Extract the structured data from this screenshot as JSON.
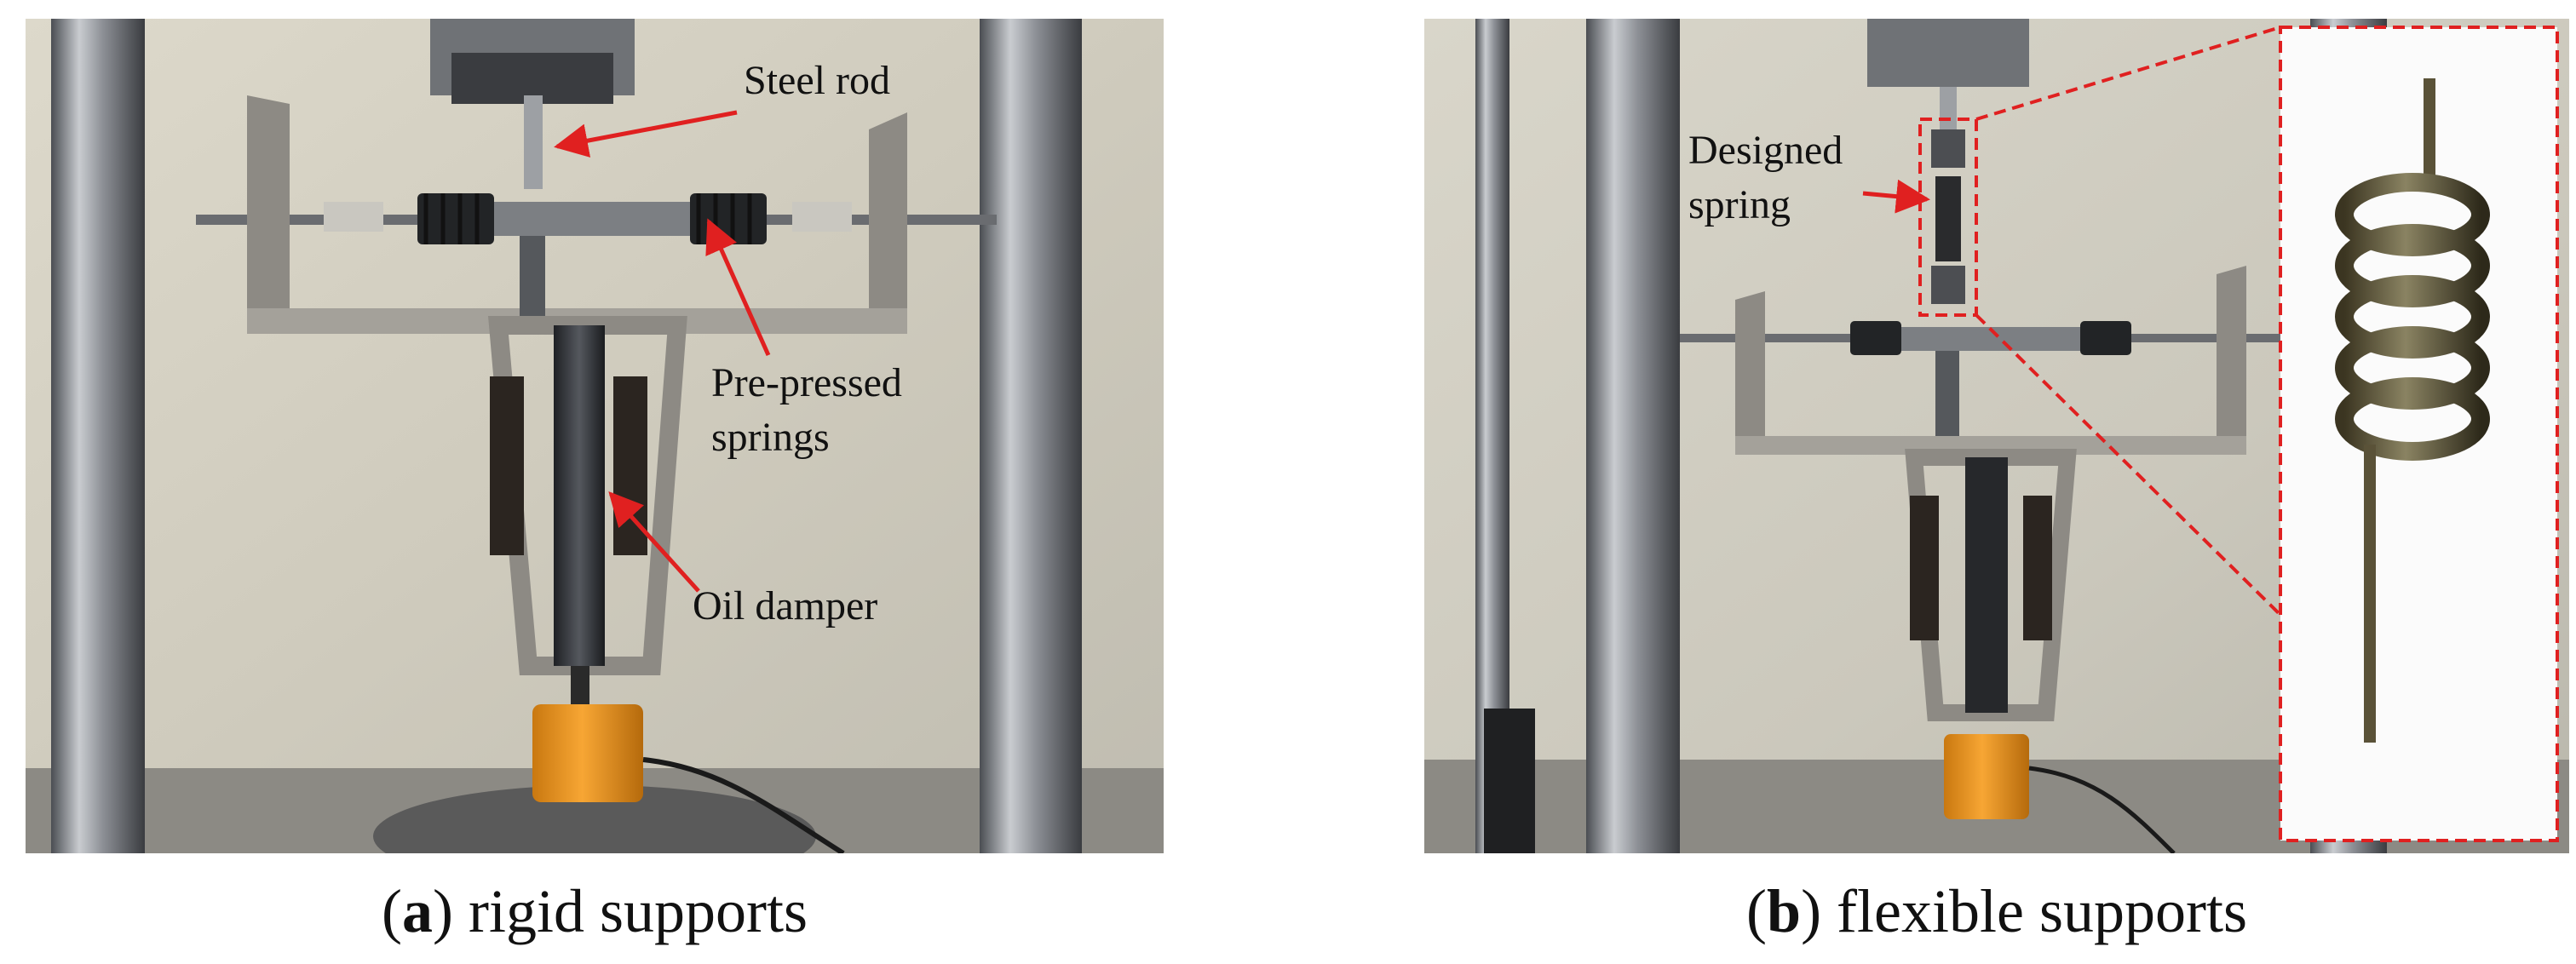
{
  "panels": [
    {
      "id": "a",
      "caption_letter": "a",
      "caption_text": " rigid supports",
      "annotations": {
        "steel_rod": "Steel rod",
        "pre_pressed_1": "Pre-pressed",
        "pre_pressed_2": "springs",
        "oil_damper": "Oil damper"
      }
    },
    {
      "id": "b",
      "caption_letter": "b",
      "caption_text": " flexible supports",
      "annotations": {
        "designed_1": "Designed",
        "designed_2": "spring"
      }
    }
  ],
  "colors": {
    "annotation_arrow": "#e02020",
    "zoom_box": "#e02020",
    "damper_orange": "#f39a1e",
    "wall": "#d8d4c6"
  }
}
